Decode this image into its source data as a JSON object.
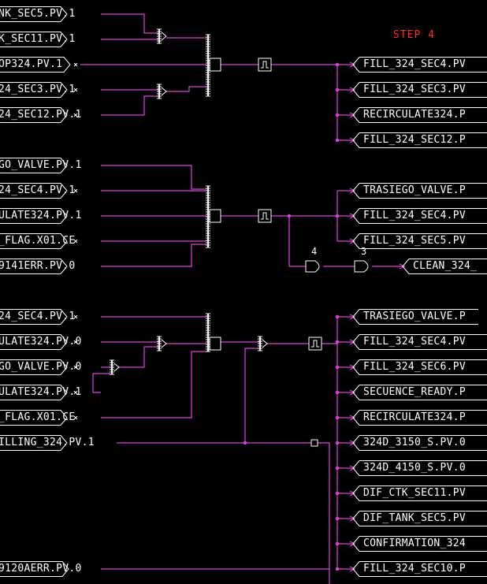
{
  "step_title": "STEP 4",
  "colors": {
    "wire": "#e040e0",
    "tag_border": "#ffffff",
    "text": "#ffffff",
    "step": "#ff2a2a",
    "background": "#000000"
  },
  "inputs": [
    {
      "text": "NK_SEC5.PV.1"
    },
    {
      "text": "K_SEC11.PV.1"
    },
    {
      "text": "OP324.PV.1"
    },
    {
      "text": "24_SEC3.PV.1"
    },
    {
      "text": "24_SEC12.PV.1"
    },
    {
      "text": "GO_VALVE.PV.1"
    },
    {
      "text": "24_SEC4.PV.1"
    },
    {
      "text": "ULATE324.PV.1"
    },
    {
      "text": "_FLAG.X01.CE"
    },
    {
      "text": "9141ERR.PV.0"
    },
    {
      "text": "24_SEC4.PV.1"
    },
    {
      "text": "ULATE324.PV.0"
    },
    {
      "text": "GO_VALVE.PV.0"
    },
    {
      "text": "ULATE324.PV.1"
    },
    {
      "text": "_FLAG.X01.CE"
    },
    {
      "text": "ILLING_324.PV.1"
    },
    {
      "text": "9120AERR.PV.0"
    }
  ],
  "outputs": [
    {
      "text": "FILL_324_SEC4.PV"
    },
    {
      "text": "FILL_324_SEC3.PV"
    },
    {
      "text": "RECIRCULATE324.P"
    },
    {
      "text": "FILL_324_SEC12.P"
    },
    {
      "text": "TRASIEGO_VALVE.P"
    },
    {
      "text": "FILL_324_SEC4.PV"
    },
    {
      "text": "FILL_324_SEC5.PV"
    },
    {
      "text": "CLEAN_324_"
    },
    {
      "text": "TRASIEGO_VALVE.P"
    },
    {
      "text": "FILL_324_SEC4.PV"
    },
    {
      "text": "FILL_324_SEC6.PV"
    },
    {
      "text": "SECUENCE_READY.P"
    },
    {
      "text": "RECIRCULATE324.P"
    },
    {
      "text": "324D_3150_S.PV.0"
    },
    {
      "text": "324D_4150_S.PV.0"
    },
    {
      "text": "DIF_CTK_SEC11.PV"
    },
    {
      "text": "DIF_TANK_SEC5.PV"
    },
    {
      "text": "CONFIRMATION_324"
    },
    {
      "text": "FILL_324_SEC10.P"
    }
  ],
  "gate_numbers": [
    "4",
    "3"
  ]
}
